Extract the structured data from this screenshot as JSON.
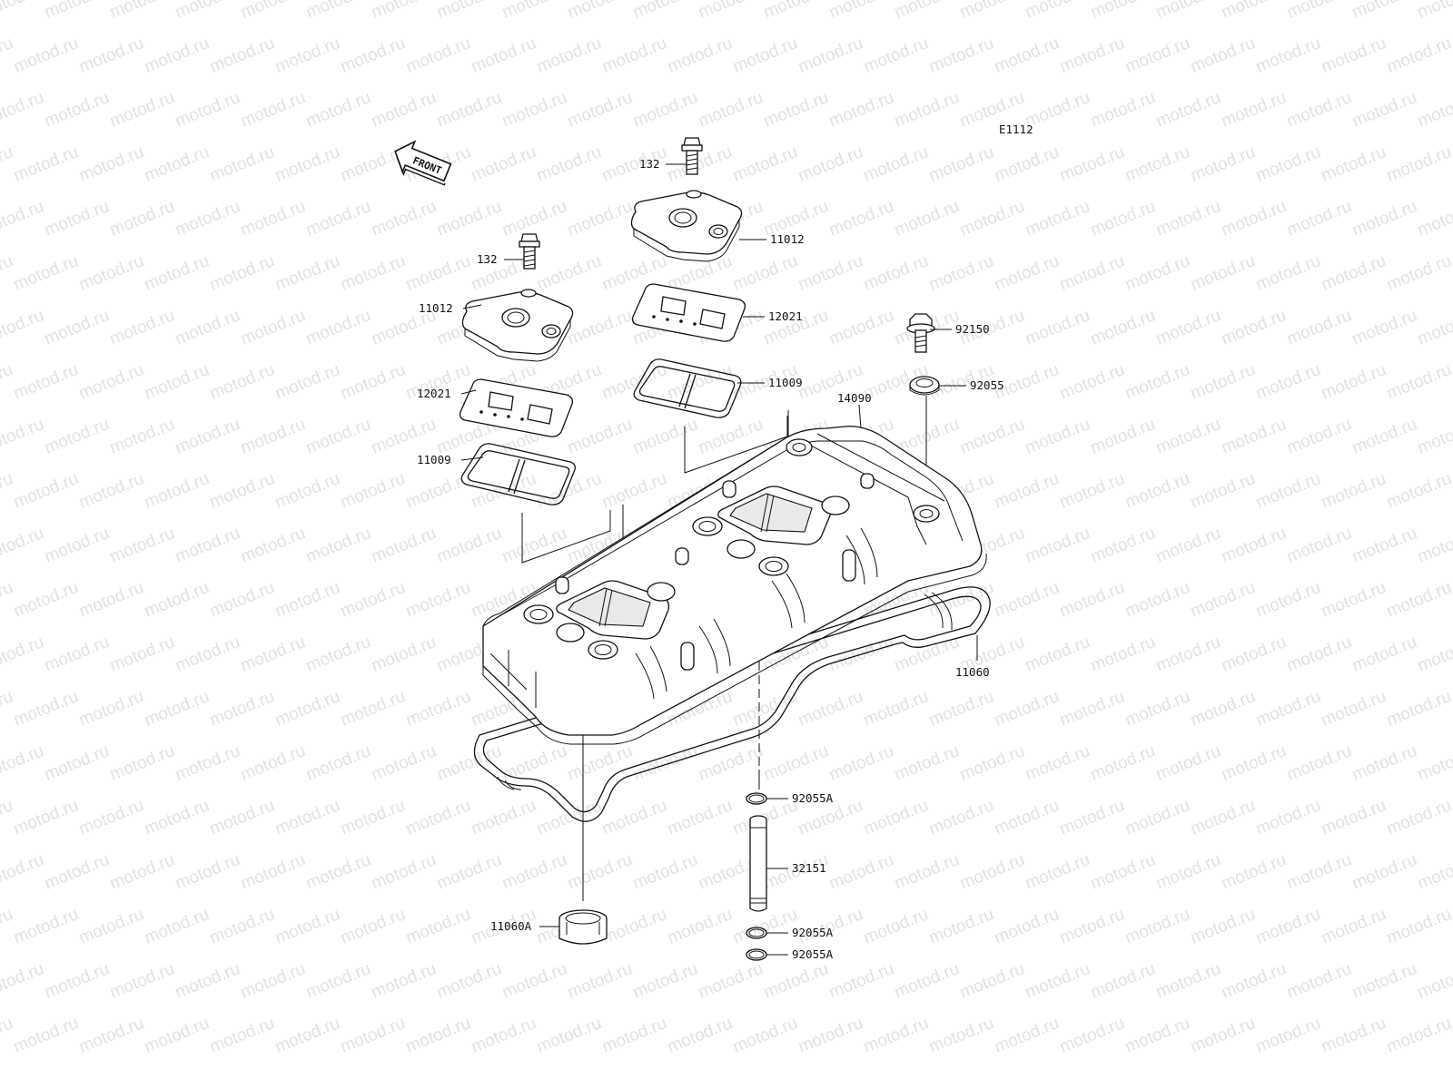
{
  "diagram": {
    "code": "E1112",
    "front_label": "FRONT",
    "watermark": "motod.ru",
    "parts": {
      "bolt_left": "132",
      "bolt_right": "132",
      "cap_left": "11012",
      "cap_right": "11012",
      "plate_left": "12021",
      "plate_right": "12021",
      "gasket_left": "11009",
      "gasket_right": "11009",
      "cover": "14090",
      "cover_gasket": "11060",
      "bolt_cover": "92150",
      "washer_cover": "92055",
      "oring_top": "92055A",
      "pipe": "32151",
      "oring_mid": "92055A",
      "oring_bottom": "92055A",
      "plug_gasket": "11060A"
    }
  }
}
